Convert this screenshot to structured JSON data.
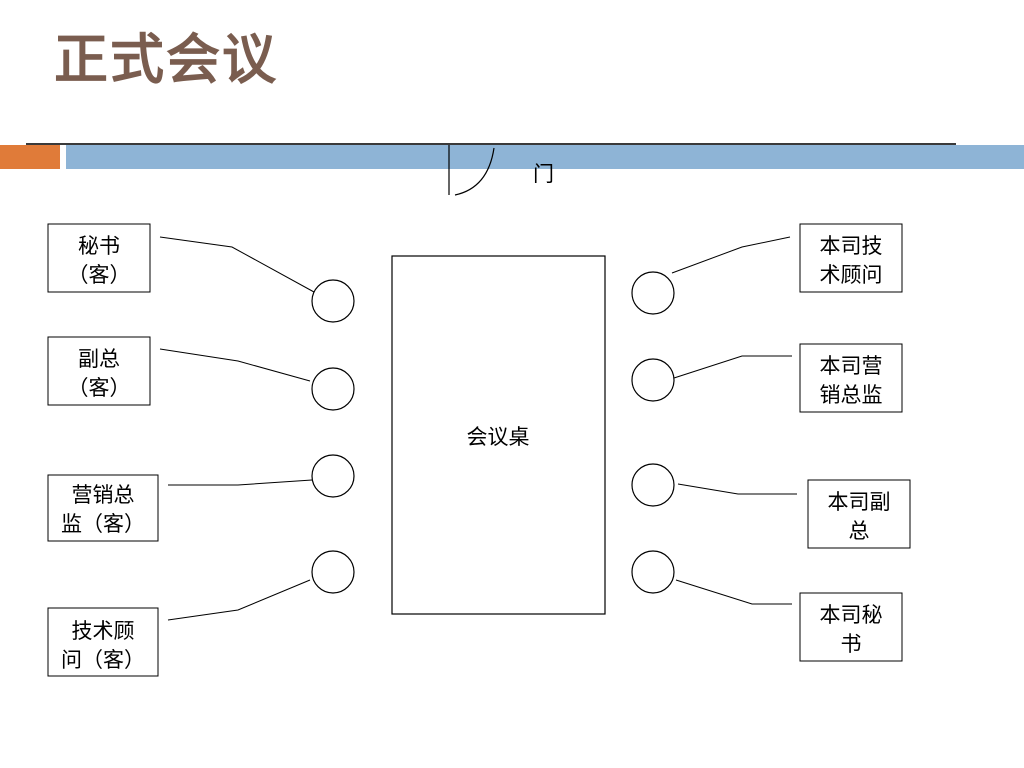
{
  "slide": {
    "title": "正式会议"
  },
  "door": {
    "label": "门"
  },
  "table": {
    "label": "会议桌"
  },
  "left_seats": [
    {
      "line1": "秘书",
      "line2": "（客）"
    },
    {
      "line1": "副总",
      "line2": "（客）"
    },
    {
      "line1": "营销总",
      "line2": "监（客）"
    },
    {
      "line1": "技术顾",
      "line2": "问（客）"
    }
  ],
  "right_seats": [
    {
      "line1": "本司技",
      "line2": "术顾问"
    },
    {
      "line1": "本司营",
      "line2": "销总监"
    },
    {
      "line1": "本司副",
      "line2": "总"
    },
    {
      "line1": "本司秘",
      "line2": "书"
    }
  ],
  "colors": {
    "title": "#7a5d4f",
    "accent_orange": "#e07b39",
    "accent_blue": "#8eb4d6"
  }
}
